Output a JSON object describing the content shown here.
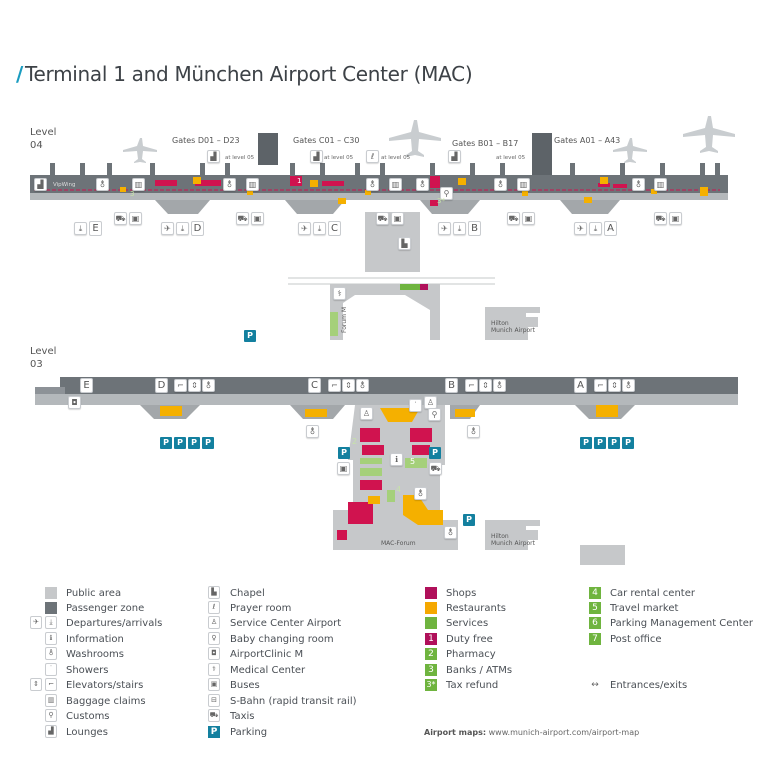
{
  "title": {
    "slash": "/",
    "text": "Terminal 1 and München Airport Center (MAC)"
  },
  "level04": {
    "label_line1": "Level",
    "label_line2": "04",
    "gates": [
      "Gates D01 – D23",
      "Gates C01 – C30",
      "Gates B01 – B17",
      "Gates A01 – A43"
    ],
    "at_level": "at level 05",
    "vip": "VipWing",
    "terminals": [
      "E",
      "D",
      "C",
      "B",
      "A"
    ]
  },
  "buildings": {
    "forum_m": "Forum M",
    "hilton_1": "Hilton",
    "hilton_2": "Munich Airport",
    "mac_forum": "MAC-Forum"
  },
  "level03": {
    "label_line1": "Level",
    "label_line2": "03",
    "terminals": [
      "E",
      "D",
      "C",
      "B",
      "A"
    ]
  },
  "parking_label": "P",
  "area_numbers": [
    "1",
    "2",
    "3",
    "4",
    "5",
    "3*"
  ],
  "legend": {
    "col1": [
      "Public area",
      "Passenger zone",
      "Departures/arrivals",
      "Information",
      "Washrooms",
      "Showers",
      "Elevators/stairs",
      "Baggage claims",
      "Customs",
      "Lounges"
    ],
    "col2": [
      "Chapel",
      "Prayer room",
      "Service Center Airport",
      "Baby changing room",
      "AirportClinic M",
      "Medical Center",
      "Buses",
      "S-Bahn (rapid transit rail)",
      "Taxis",
      "Parking"
    ],
    "col3": [
      "Shops",
      "Restaurants",
      "Services",
      "Duty free",
      "Pharmacy",
      "Banks / ATMs",
      "Tax refund"
    ],
    "col3_numbers": [
      "",
      "",
      "",
      "1",
      "2",
      "3",
      "3*"
    ],
    "col4": [
      "Car rental center",
      "Travel market",
      "Parking Management Center",
      "Post office",
      "Entrances/exits"
    ],
    "col4_numbers": [
      "4",
      "5",
      "6",
      "7",
      "↔"
    ]
  },
  "footer": {
    "label": "Airport maps:",
    "url": "www.munich-airport.com/airport-map"
  },
  "colors": {
    "public": "#c6c8ca",
    "passenger": "#6d7378",
    "shops": "#b0105a",
    "restaurants": "#f5a800",
    "services": "#6fb43f",
    "dutyfree": "#b0105a",
    "parking": "#13809f",
    "accent": "#1a9cc0"
  }
}
